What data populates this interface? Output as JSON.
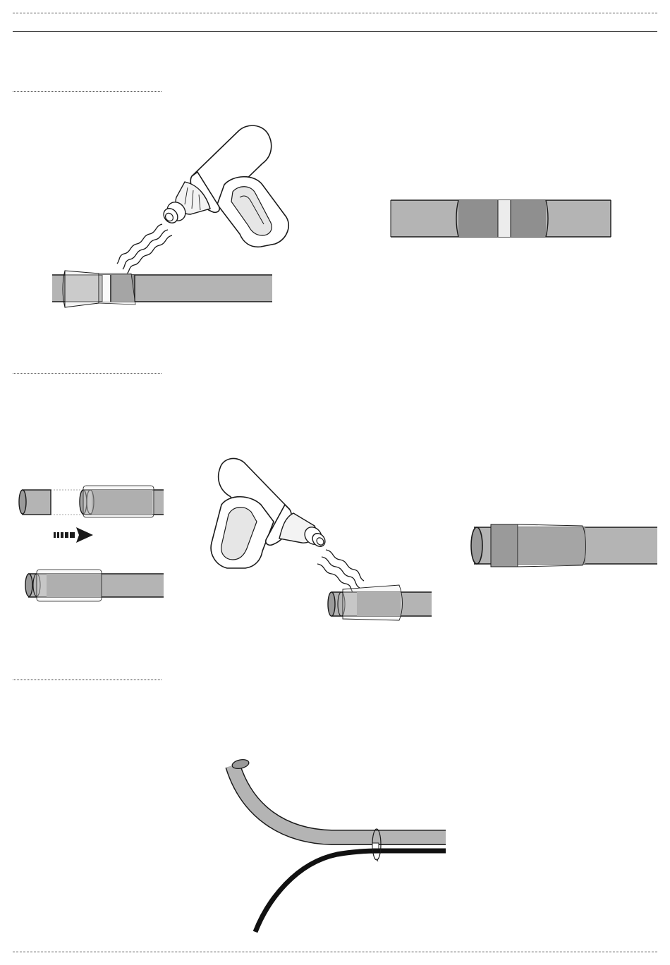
{
  "page": {
    "sections": [
      {
        "id": "step-1",
        "title": ""
      },
      {
        "id": "step-2",
        "title": ""
      },
      {
        "id": "step-3",
        "title": ""
      }
    ]
  },
  "colors": {
    "tube": "#b4b4b4",
    "tube_dark": "#8f8f8f",
    "sleeve": "#ececec",
    "outline": "#1a1a1a",
    "cable": "#111111"
  },
  "icons": [
    "heat-gun-icon",
    "heat-waves-icon",
    "arrow-right-icon",
    "cable-tie-icon"
  ]
}
